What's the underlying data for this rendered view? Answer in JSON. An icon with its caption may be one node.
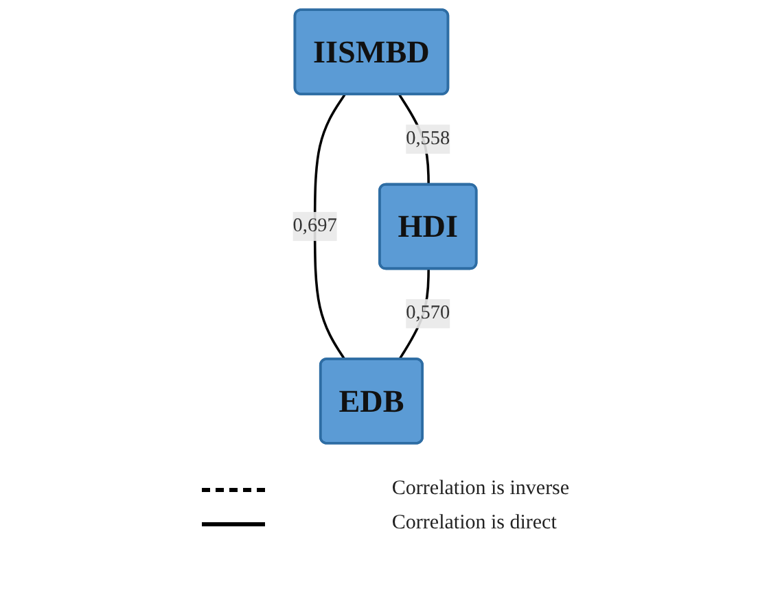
{
  "diagram": {
    "nodes": [
      {
        "text": [
          "IISMBD"
        ]
      },
      {
        "text": [
          "HDI"
        ]
      },
      {
        "text": [
          "EDB"
        ]
      }
    ],
    "edges": [
      {
        "from": 0,
        "to": 1,
        "arrow": "none",
        "label": "0,558"
      },
      {
        "from": 0,
        "to": 2,
        "arrow": "none",
        "label": "0,697"
      },
      {
        "from": 1,
        "to": 2,
        "arrow": "none",
        "label": "0,570"
      }
    ],
    "legend": [
      {
        "text": "Correlation is inverse"
      },
      {
        "text": "Correlation is direct"
      }
    ]
  }
}
